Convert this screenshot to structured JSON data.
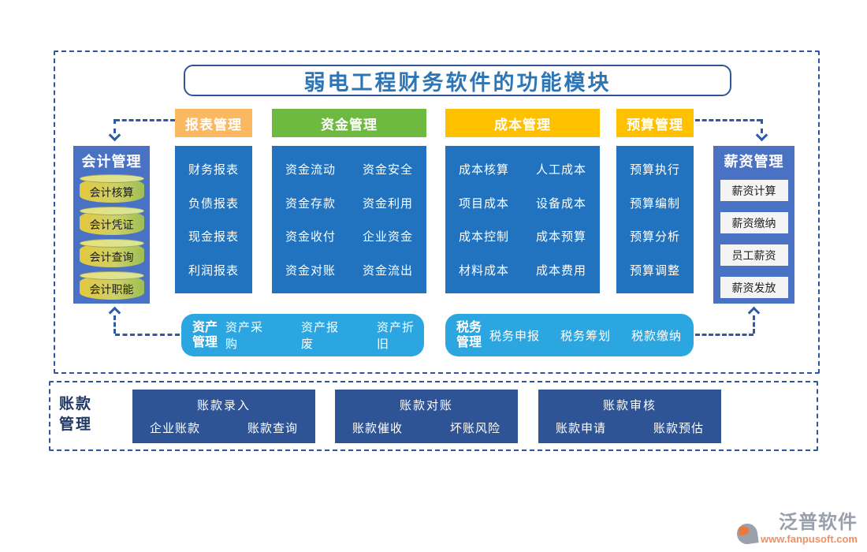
{
  "title": "弱电工程财务软件的功能模块",
  "colors": {
    "column_blue": "#2173BF",
    "side_panel_blue": "#4A72C4",
    "navy": "#2F5496",
    "light_blue_bar": "#2CA6E0",
    "orange_header": "#FBB861",
    "green_header": "#6EB93F",
    "gold_header": "#FFC000",
    "dashed_border": "#31549E",
    "title_text": "#2E75B6"
  },
  "headers": {
    "report": "报表管理",
    "fund": "资金管理",
    "cost": "成本管理",
    "budget": "预算管理"
  },
  "accounting": {
    "title": "会计管理",
    "items": [
      "会计核算",
      "会计凭证",
      "会计查询",
      "会计职能"
    ]
  },
  "salary": {
    "title": "薪资管理",
    "items": [
      "薪资计算",
      "薪资缴纳",
      "员工薪资",
      "薪资发放"
    ]
  },
  "columns": {
    "report": {
      "items": [
        "财务报表",
        "负债报表",
        "现金报表",
        "利润报表"
      ]
    },
    "fund": {
      "items": [
        "资金流动",
        "资金安全",
        "资金存款",
        "资金利用",
        "资金收付",
        "企业资金",
        "资金对账",
        "资金流出"
      ]
    },
    "cost": {
      "items": [
        "成本核算",
        "人工成本",
        "项目成本",
        "设备成本",
        "成本控制",
        "成本预算",
        "材料成本",
        "成本费用"
      ]
    },
    "budget": {
      "items": [
        "预算执行",
        "预算编制",
        "预算分析",
        "预算调整"
      ]
    }
  },
  "asset": {
    "title_line1": "资产",
    "title_line2": "管理",
    "items": [
      "资产采购",
      "资产报废",
      "资产折旧"
    ]
  },
  "tax": {
    "title_line1": "税务",
    "title_line2": "管理",
    "items": [
      "税务申报",
      "税务筹划",
      "税款缴纳"
    ]
  },
  "accounts": {
    "label_line1": "账款",
    "label_line2": "管理",
    "groups": [
      {
        "title": "账款录入",
        "items": [
          "企业账款",
          "账款查询"
        ]
      },
      {
        "title": "账款对账",
        "items": [
          "账款催收",
          "坏账风险"
        ]
      },
      {
        "title": "账款审核",
        "items": [
          "账款申请",
          "账款预估"
        ]
      }
    ]
  },
  "logo": {
    "name": "泛普软件",
    "url": "www.fanpusoft.com"
  }
}
